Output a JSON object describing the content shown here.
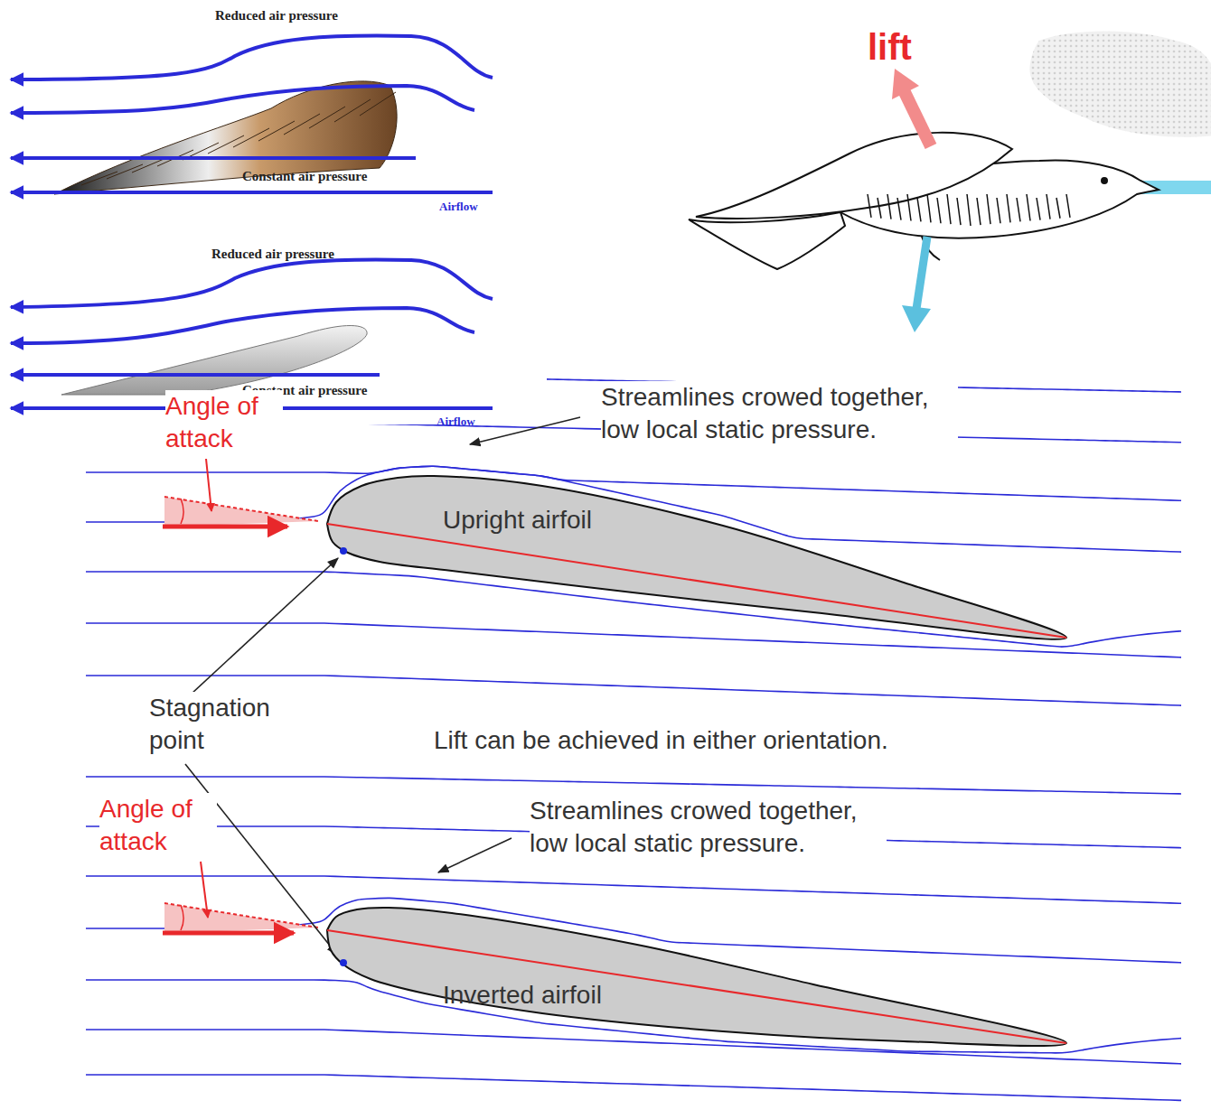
{
  "diagram": {
    "nodes": [
      {
        "text": [
          "Upright airfoil"
        ]
      },
      {
        "text": [
          "Inverted airfoil"
        ]
      }
    ],
    "labels": [
      "Reduced air pressure",
      "Constant air pressure",
      "Airflow",
      "Reduced air pressure",
      "Constant air pressure",
      "Airflow",
      "lift",
      "Angle of attack",
      "Streamlines crowed together, low local static pressure.",
      "Stagnation point",
      "Lift can be achieved in either orientation.",
      "Angle of attack",
      "Streamlines crowed together, low local static pressure."
    ]
  }
}
